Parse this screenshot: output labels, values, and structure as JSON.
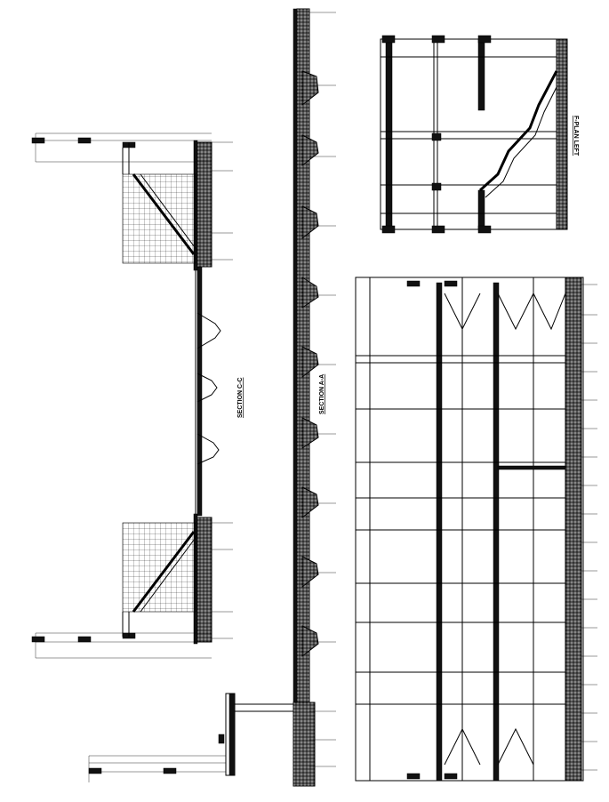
{
  "drawing": {
    "labels": {
      "section_c": "SECTION C-C",
      "section_a": "SECTION A-A",
      "plan_label": "F-PLAN LEFT"
    }
  }
}
